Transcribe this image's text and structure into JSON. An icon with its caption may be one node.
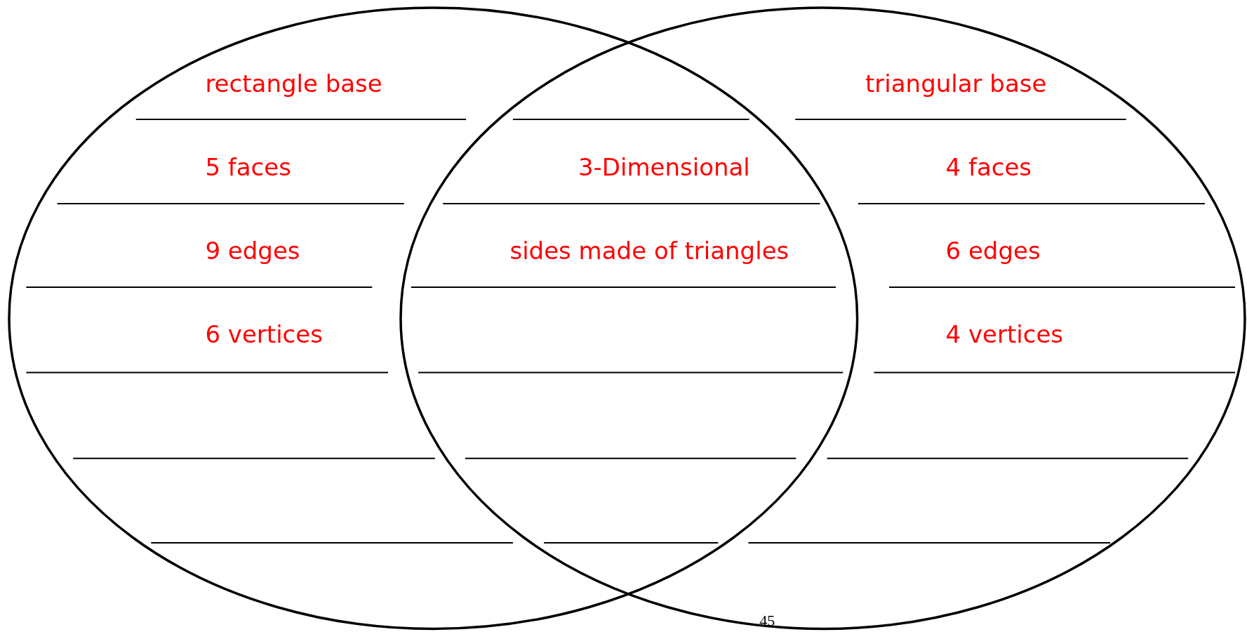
{
  "diagram": {
    "nodes": [
      {
        "text": [
          "rectangle base",
          "5 faces",
          "9 edges",
          "6 vertices"
        ]
      },
      {
        "text": [
          "triangular base",
          "4 faces",
          "6 edges",
          "4 vertices"
        ]
      }
    ],
    "edges": [],
    "labels": [
      "3-Dimensional",
      "sides made of triangles",
      "45"
    ]
  }
}
